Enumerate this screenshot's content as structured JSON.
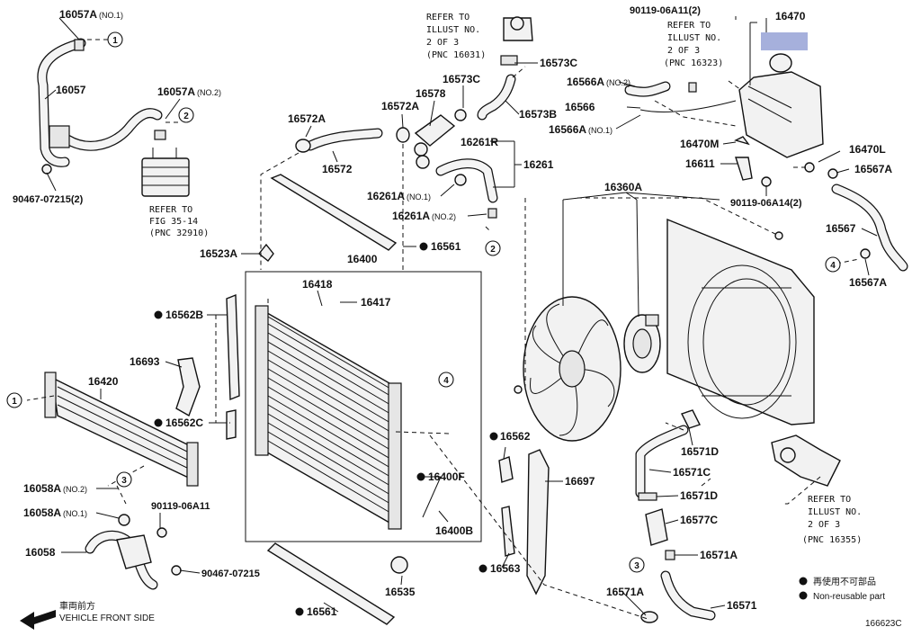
{
  "labels": {
    "p16057A_1": "16057A",
    "p16057A_1_sub": "(NO.1)",
    "p16057": "16057",
    "p16057A_2": "16057A",
    "p16057A_2_sub": "(NO.2)",
    "p90467a": "90467-07215(2)",
    "refer_fig": "REFER TO",
    "refer_fig2": "FIG 35-14",
    "refer_fig3": "(PNC 32910)",
    "refer_a1": "REFER TO",
    "refer_a2": "ILLUST NO.",
    "refer_a3": "2 OF 3",
    "refer_a4": "(PNC 16031)",
    "p16573C_top": "16573C",
    "p16573C": "16573C",
    "p16578": "16578",
    "p16572A_mid": "16572A",
    "p16573B": "16573B",
    "p16572A_left": "16572A",
    "p16572": "16572",
    "p16261R": "16261R",
    "p16261": "16261",
    "p16261A_1": "16261A",
    "p16261A_1_sub": "(NO.1)",
    "p16261A_2": "16261A",
    "p16261A_2_sub": "(NO.2)",
    "p16561_top": "16561",
    "p16523A": "16523A",
    "p16400": "16400",
    "p16418": "16418",
    "p16417": "16417",
    "p16562B": "16562B",
    "p16693": "16693",
    "p16562C": "16562C",
    "p16420": "16420",
    "p16058A_2": "16058A",
    "p16058A_2_sub": "(NO.2)",
    "p16058A_1": "16058A",
    "p16058A_1_sub": "(NO.1)",
    "p90119_06A11": "90119-06A11",
    "p16058": "16058",
    "p90467b": "90467-07215",
    "p16535": "16535",
    "p16561_bot": "16561",
    "p16400F": "16400F",
    "p16400B": "16400B",
    "p16562": "16562",
    "p16563": "16563",
    "p16697": "16697",
    "p16360A": "16360A",
    "p90119_06A11_2": "90119-06A11(2)",
    "refer_b1": "REFER TO",
    "refer_b2": "ILLUST NO.",
    "refer_b3": "2 OF 3",
    "refer_b4": "(PNC 16323)",
    "p16470": "16470",
    "p16566A_2": "16566A",
    "p16566A_2_sub": "(NO.2)",
    "p16566": "16566",
    "p16566A_1": "16566A",
    "p16566A_1_sub": "(NO.1)",
    "p16470M": "16470M",
    "p16470L": "16470L",
    "p16611": "16611",
    "p16567A_top": "16567A",
    "p90119_06A14": "90119-06A14(2)",
    "p16567": "16567",
    "p16567A_bot": "16567A",
    "p16571D_top": "16571D",
    "p16571C": "16571C",
    "p16571D_mid": "16571D",
    "p16577C": "16577C",
    "p16571A_right": "16571A",
    "p16571A_bot": "16571A",
    "p16571": "16571",
    "refer_c1": "REFER TO",
    "refer_c2": "ILLUST NO.",
    "refer_c3": "2 OF 3",
    "refer_c4": "(PNC 16355)",
    "legend_jp": "再使用不可部品",
    "legend_en": "Non-reusable part",
    "front_jp": "車両前方",
    "front_en": "VEHICLE FRONT SIDE",
    "figure_id": "166623C",
    "c1": "1",
    "c2": "2",
    "c3": "3",
    "c4": "4"
  }
}
